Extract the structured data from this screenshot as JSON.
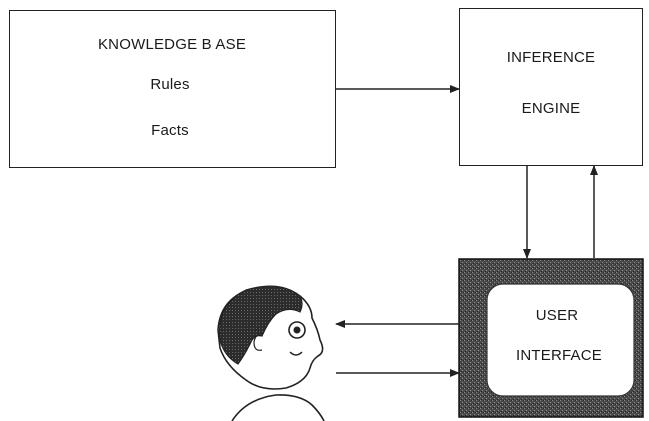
{
  "knowledge_base": {
    "title": "KNOWLEDGE  B ASE",
    "line1": "Rules",
    "line2": "Facts"
  },
  "inference_engine": {
    "line1": "INFERENCE",
    "line2": "ENGINE"
  },
  "user_interface": {
    "line1": "USER",
    "line2": "INTERFACE"
  },
  "colors": {
    "stroke": "#222222",
    "screen_frame": "#3a3a3a",
    "screen_face": "#ffffff",
    "text": "#1a1a1a"
  }
}
